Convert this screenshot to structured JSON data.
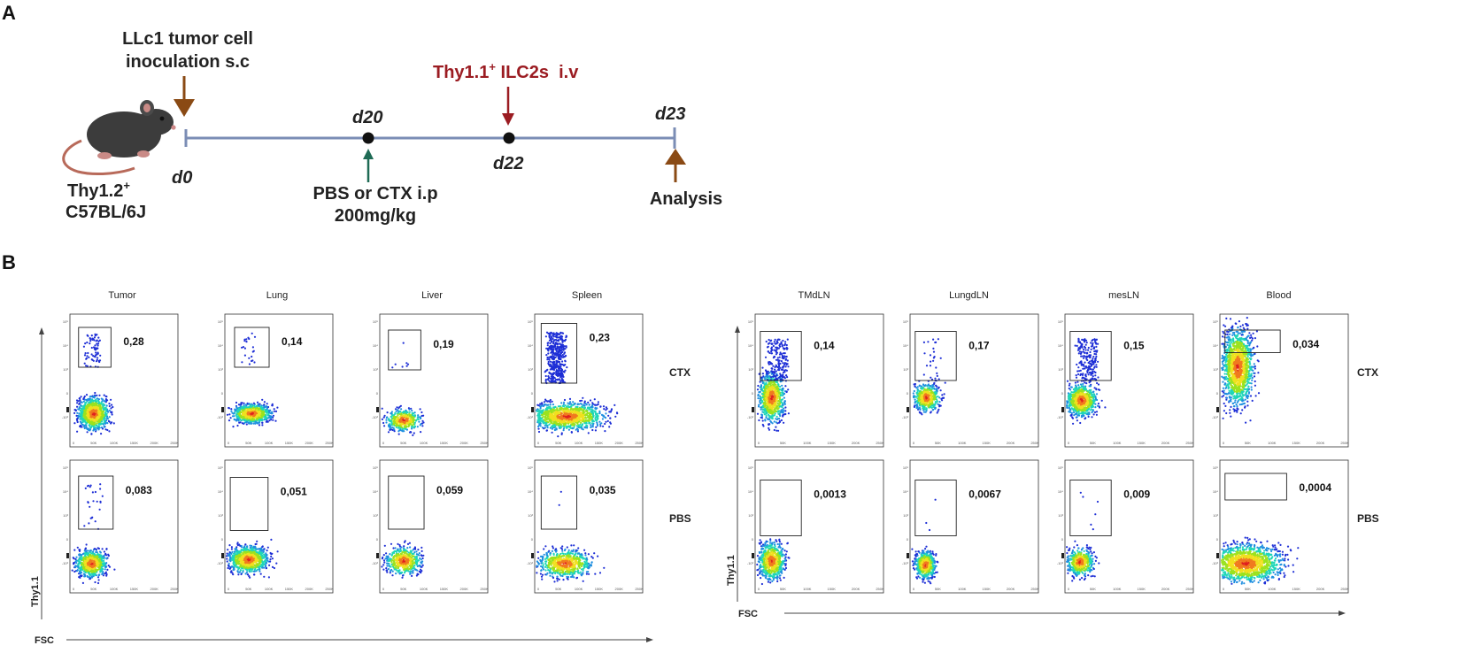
{
  "panelA": {
    "letter": "A",
    "inoculation_line1": "LLc1 tumor cell",
    "inoculation_line2": "inoculation s.c",
    "mouse_line1": "Thy1.2",
    "mouse_line1_sup": "+",
    "mouse_line2": "C57BL/6J",
    "ilc2_main": "Thy1.1",
    "ilc2_sup": "+",
    "ilc2_rest": " ILC2s  i.v",
    "day0": "d0",
    "day20": "d20",
    "day22": "d22",
    "day23": "d23",
    "treatment_line1": "PBS or CTX i.p",
    "treatment_line2": "200mg/kg",
    "analysis": "Analysis",
    "colors": {
      "timeline": "#7b8db5",
      "brown_arrow": "#8a4a14",
      "red_arrow": "#9b1c22",
      "green_arrow": "#1f6b55",
      "dot": "#111111"
    }
  },
  "panelB": {
    "letter": "B",
    "yaxis_label": "Thy1.1",
    "xaxis_label": "FSC",
    "row_labels": [
      "CTX",
      "PBS"
    ],
    "tick_y": [
      "10⁵",
      "10⁴",
      "10³",
      "0",
      "-10³"
    ],
    "tick_x_left": [
      "0",
      "50K",
      "100K",
      "150K",
      "200K",
      "250K"
    ],
    "tick_x_right": [
      "0",
      "50K",
      "100K",
      "150K",
      "200K",
      "250K"
    ],
    "groups": [
      {
        "columns": [
          "Tumor",
          "Lung",
          "Liver",
          "Spleen"
        ],
        "ctx": [
          "0,28",
          "0,14",
          "0,19",
          "0,23"
        ],
        "pbs": [
          "0,083",
          "0,051",
          "0,059",
          "0,035"
        ]
      },
      {
        "columns": [
          "TMdLN",
          "LungdLN",
          "mesLN",
          "Blood"
        ],
        "ctx": [
          "0,14",
          "0,17",
          "0,15",
          "0,034"
        ],
        "pbs": [
          "0,0013",
          "0,0067",
          "0,009",
          "0,0004"
        ]
      }
    ],
    "density_colors": [
      "#1e2fd6",
      "#1f8fe0",
      "#1fd6b8",
      "#9be21f",
      "#f0e01f",
      "#f07a1f",
      "#e0201f"
    ]
  }
}
